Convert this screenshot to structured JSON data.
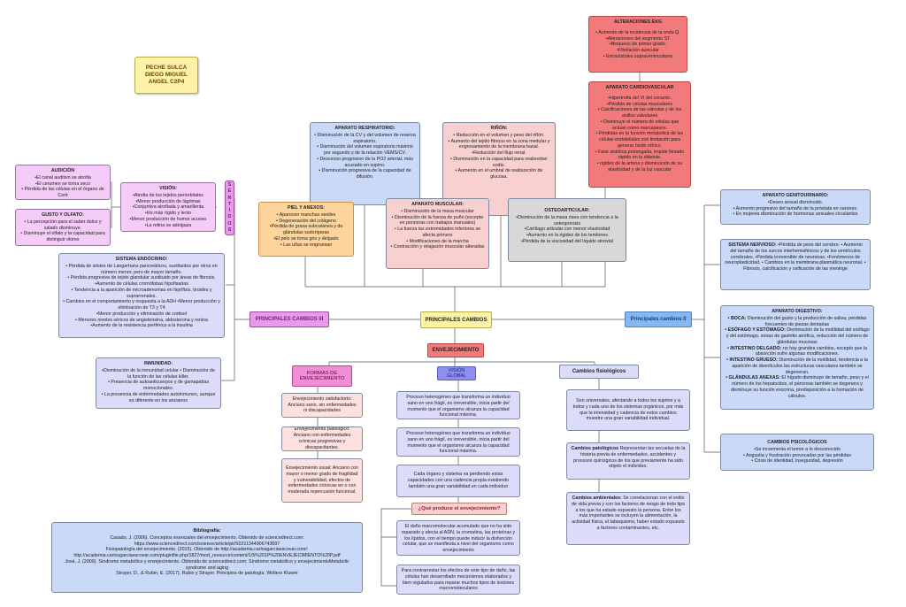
{
  "author": {
    "line1": "PECHE SULCA",
    "line2": "DIEGO MIGUEL",
    "line3": "ANGEL C2P4"
  },
  "center": {
    "principales": "PRINCIPALES CAMBIOS",
    "envejecimiento": "ENVEJECIMIENTO",
    "cambios_ii": "Principales cambios II",
    "cambios_iii": "PRINCIPALES CAMBIOS III"
  },
  "sentidos": [
    "S",
    "E",
    "N",
    "T",
    "I",
    "D",
    "O",
    "S"
  ],
  "alteraciones_ekg": {
    "title": "ALTERACIONES EKG",
    "items": [
      "• Aumento de la incidencia de la onda Q.",
      "•Alteraciones del segmento ST",
      "•Bloqueos de primer grado.",
      "•Fibrilación auricular",
      "• Extrasístoles supraventriculares"
    ]
  },
  "cardiovascular": {
    "title": "APARATO CARDIOVASCULAR",
    "items": [
      "•Hipertrofia del VI del corazón.",
      "•Pérdida de células musculares",
      "• Calcificaciones de las válvulas y de los anillos valvulares",
      "• Disminuye el número de células que actúan como marcapasos.",
      "• Pérdidas en la función metabólica de las células endoteliales con limitación para generar óxido nítrico.",
      "• Fase sistólica prolongada, impide llenado rápido en la diástole.",
      "• rigidez de la arteria y disminución de su elasticidad y de la luz vascular"
    ]
  },
  "respiratorio": {
    "title": "APARATO RESPIRATORIO:",
    "items": [
      "• Disminución de la CV y del volumen de reserva espiratorio.",
      "• Disminución del volumen espiratorio máximo por segundo y de la relación VEMS/CV.",
      "• Descenso progresivo de la PO2 arterial, más acusado en supino.",
      "• Disminución progresiva de la capacidad de difusión."
    ]
  },
  "rinon": {
    "title": "RIÑÓN:",
    "items": [
      "• Reducción en el volumen y peso del riñón.",
      "• Aumento del tejido fibroso en la zona medular y engrosamiento de la membrana basal.",
      "•Reducción del flujo renal.",
      "• Disminución en la capacidad para reabsorber sodio.",
      "• Aumento en el umbral de reabsorción de glucosa."
    ]
  },
  "piel": {
    "title": "PIEL Y ANEXOS:",
    "items": [
      "• Aparecen manchas seniles",
      "• Degeneración del colágeno",
      "•Pérdida de grasa subcutánea y de glándulas sudoríparas",
      "•El pelo se torna gris y delgado",
      "• Las uñas se engruesan"
    ]
  },
  "muscular": {
    "title": "APARATO MUSCULAR:",
    "items": [
      "• Disminución de la masa muscular",
      "• Disminución de la fuerza de puño (excepto en personas con trabajos manuales)",
      "• La fuerza las extremidades inferiores se afecta primero",
      "• Modificaciones de la marcha",
      "• Contracción y relajación muscular alteradas"
    ]
  },
  "osteoarticular": {
    "title": "OSTEOARTICULAR:",
    "items": [
      "•Disminución de la masa ósea con tendencia a la osteoporosis",
      "•Cartílago articular con menor elasticidad",
      "•Aumento en la rigidez de los tendones",
      "•Pérdida de la viscosidad del líquido sinovial"
    ]
  },
  "audicion": {
    "title": "AUDICIÓN",
    "items": [
      "•El canal auditivo se atrofia",
      "•El cerumen se torna seco",
      "• Pérdida de las células en el órgano de Corti"
    ]
  },
  "gusto": {
    "title": "GUSTO Y OLFATO:",
    "items": [
      "• La percepción para el saber dulce y salado disminuye.",
      "• Disminuye el olfato y la capacidad para distinguir olores"
    ]
  },
  "vision_sentidos": {
    "title": "VISIÓN:",
    "items": [
      "•Atrofia de los tejidos periorbitales",
      "•Menor producción de lágrimas",
      "•Conjuntiva atrofiada y amarillenta",
      "•Iris más rígido y lento",
      "•Menor producción de humor acuoso",
      "•La retina se adelgaza"
    ]
  },
  "endocrino": {
    "title": "SISTEMA ENDÓCRINO:",
    "items": [
      "• Pérdida de islotes de Langerhans pancreáticos, sustituidos por otros en número menor, pero de mayor tamaño.",
      "• Pérdida progresiva de tejido glandular sustituido por áreas de fibrosis.",
      "•Aumento de células cromófobas hipofisarias",
      "• Tendencia a la aparición de microadenomas en hipófisis, tiroides y suprarrenales.",
      "• Cambios en el comportamiento y respuesta a la ADH •Menor producción y eliminación de T3 y T4",
      "•Menor producción y eliminación de cortisol",
      "• Menores niveles séricos de angiotensina, aldosterona y renina",
      "•Aumento de la resistencia periférica a la insulina"
    ]
  },
  "inmunidad": {
    "title": "INMUNIDAD:",
    "items": [
      "•Disminución de la inmunidad celular • Disminución de la función de las células killer.",
      "• Presencia de autoanticuerpos y de gamapatías monoclonales.",
      "• La presencia de enfermedades autoinmunes, aunque es diferente en los ancianos"
    ]
  },
  "formas": {
    "title": "FORMAS DE ENVEJECIMIENTO",
    "items": [
      "Envejecimiento satisfactorio: Anciano sano, sin enfermedades ni discapacidades",
      "Envejecimiento patológico: Anciano con enfermedades crónicas progresivas y discapacitantes.",
      "Envejecimiento usual: Anciano con mayor o menor grado de fragilidad y vulnerabilidad, efectos de enfermedades crónicas en o con moderada repercusión funcional."
    ]
  },
  "vision_global": {
    "title": "VISIÓN GLOBAL",
    "items": [
      "Proceso heterogéneo que transforma un individuo sano en uno frágil, es irreversible, inicia partir del momento que el organismo alcanza la capacidad funcional máxima.",
      "Proceso heterogéneo que transforma un individuo sano en uno frágil, es irreversible, inicia partir del momento que el organismo alcanza la capacidad funcional máxima.",
      "Cada órgano y sistema va perdiendo estas capacidades con una cadencia propia existiendo también una gran variabilidad en cada individuo"
    ]
  },
  "fisiologicos": {
    "title": "Cambios fisiológicos",
    "intro": "Son universales, afectando a todos los sujetos y a todos y cada uno de los sistemas orgánicos, por más que la intensidad y cadencia de estos cambios muestre una gran variabilidad individual.",
    "patologicos_label": "Cambios patológicos",
    "patologicos_text": " Representan las secuelas de la historia previa de enfermedades, accidentes y procesos quirúrgicos de los que previamente ha sido objeto el individuo.",
    "ambientales_label": "Cambios ambientales:",
    "ambientales_text": " Se correlacionan con el estilo de vida previa y con los factores de riesgo de todo tipo a los que ha estado expuesto la persona. Entre los más importantes se incluyen la alimentación, la actividad física, el tabaquismo, haber estado expuesto a factores contaminantes, etc."
  },
  "que_produce": {
    "title": "¿Qué produce el envejecimiento?",
    "items": [
      "El daño macromolecular acumulado que no ha sido reparado y afecta al ADN, la cromatina, las proteínas y los lípidos, con el tiempo puede inducir la disfunción celular, que se manifiesta a nivel del organismo como envejecimiento",
      "Para contrarrestar los efectos de este tipo de daño, las células han desarrollado mecanismos elaborados y bien regulados para reparar muchos tipos de lesiones macromoleculares"
    ]
  },
  "genitourinario": {
    "title": "APARATO GENITOURINARIO:",
    "items": [
      "•Deseo sexual disminuido.",
      "• Aumento progresivo del tamaño de la próstata en varones.",
      "• En mujeres disminución de hormonas sexuales circulantes"
    ]
  },
  "nervioso": {
    "title": "SISTEMA NERVIOSO:",
    "text": " •Pérdida de peso del cerebro. • Aumento del tamaño de los surcos interhemisféricos y de los ventrículos cerebrales. •Pérdida irreversible de neuronas. •Fenómenos de neuroplasticidad. • Cambios en la membrana plasmática neuronal. • Fibrosis, calcificación y osificación de las meninge"
  },
  "digestivo": {
    "title": "APARATO DIGESTIVO:",
    "items": [
      {
        "k": "• BOCA:",
        "v": " Disminución del gusto y la producción de saliva, pérdidas frecuentes de piezas dentarias"
      },
      {
        "k": "• ESÓFAGO Y ESTÓMAGO:",
        "v": " Disminución de la motilidad del esófago y del estómago, zonas de gastritis atrófica, reducción del número de glándulas mucosas"
      },
      {
        "k": "• INTESTINO DELGADO:",
        "v": " no hay grandes cambios, excepto que la absorción sufre algunas modificaciones."
      },
      {
        "k": "• INTESTINO GRUESO:",
        "v": " Disminución de la motilidad, tendencia a la aparición de divertículos las estructuras vasculares también se degeneran."
      },
      {
        "k": "• GLÁNDULAS ANEXAS:",
        "v": " El hígado disminuye de tamaño, peso y el número de los hepatocitos, el páncreas también se degenera y disminuye su función exocrina, predisposición a la formación de cálculos."
      }
    ]
  },
  "psicologicos": {
    "title": "CAMBIOS PSICOLÓGICOS",
    "items": [
      "•Se incrementa el temor a lo desconocido",
      "• Angustia y frustración provocadas por las pérdidas",
      "• Crisis de identidad, inseguridad, depresión"
    ]
  },
  "bibliografia": {
    "title": "Bibliografía:",
    "items": [
      "Casado, J. (2006). Conceptos esenciales del envejecimiento. Obtenido de sciencedirect.com: https://www.sciencedirect.com/science/article/pii/S0211344906743697",
      "Fisiopatología del envejecimiento. (2015). Obtenido de http://academia.carlosgarciaescovar.com/: http://academia.carlosgarciaescovar.com/pluginfile.php/1827/mod_resource/content/1/5%201P%20ENVEJECIMIENTO%20P.pdf",
      "José, J. (2009). Síndrome metabólico y envejecimiento. Obtenido de sciencedirect.com: Síndrome metabólico y envejecimientoMetabolic syndrome and aging",
      "Strayer, D., & Rubin, E. (2017). Rubin y Strayer. Principios de patología. Wolters Kluwer"
    ]
  }
}
